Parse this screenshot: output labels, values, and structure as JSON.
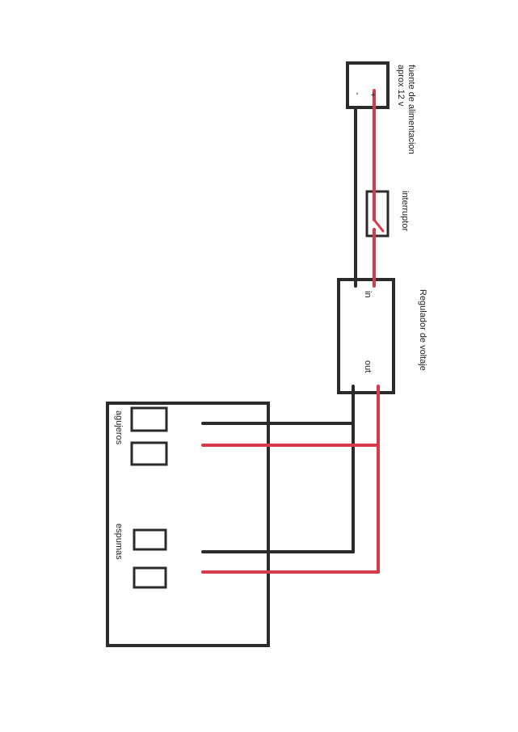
{
  "labels": {
    "power_supply_line1": "fuente de alimentacion",
    "power_supply_line2": "aprox 12 v",
    "minus": "-",
    "plus": "+",
    "switch": "interruptor",
    "regulator": "Regulador de voltaje",
    "regulator_in": "in",
    "regulator_out": "out",
    "holes": "agujeros",
    "foams": "espumas"
  },
  "colors": {
    "positive_wire": "#d83a4c",
    "negative_wire": "#2b2b2b",
    "outline": "#2b2b2b",
    "text": "#222222",
    "background": "#ffffff"
  }
}
